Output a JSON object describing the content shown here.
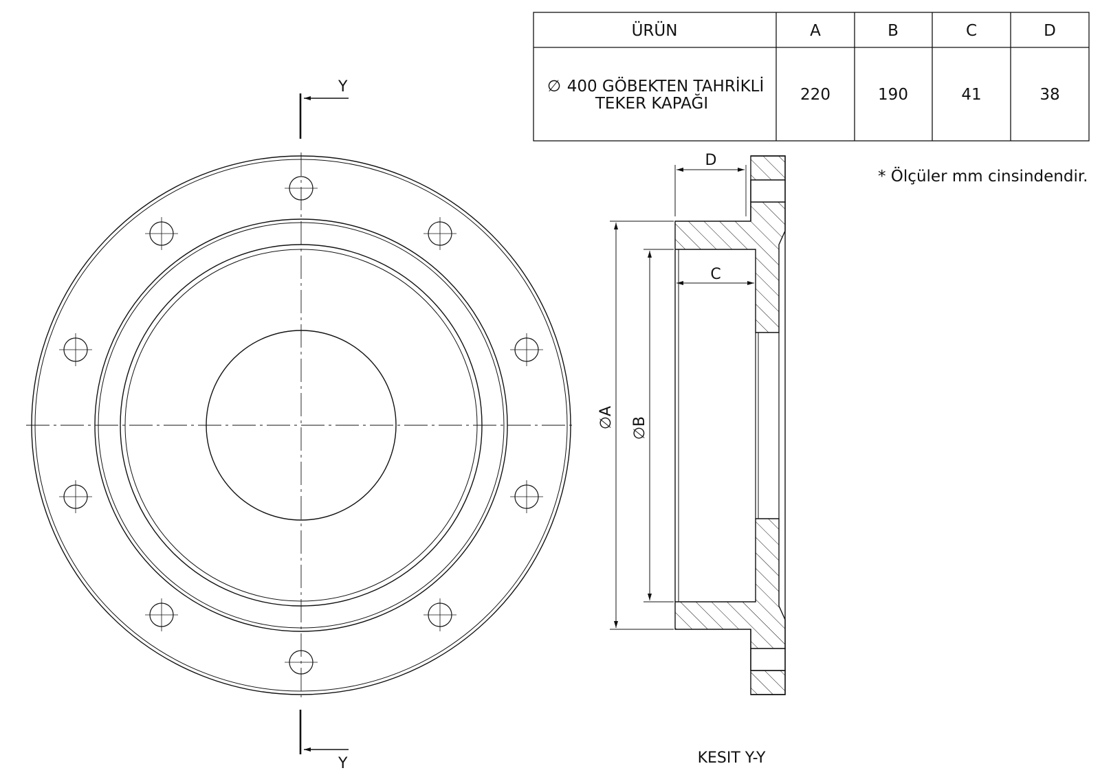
{
  "table": {
    "headers": [
      "ÜRÜN",
      "A",
      "B",
      "C",
      "D"
    ],
    "row": {
      "product_symbol": "∅",
      "product_line1": "400 GÖBEKTEN TAHRİKLİ",
      "product_line2": "TEKER KAPAĞI",
      "values": [
        "220",
        "190",
        "41",
        "38"
      ]
    }
  },
  "note": "* Ölçüler mm cinsindendir.",
  "section": {
    "marker_label": "Y",
    "title": "KESIT Y-Y",
    "dimensions": {
      "a": "∅A",
      "b": "∅B",
      "c": "C",
      "d": "D"
    }
  },
  "colors": {
    "line": "#111111",
    "background": "#ffffff"
  }
}
